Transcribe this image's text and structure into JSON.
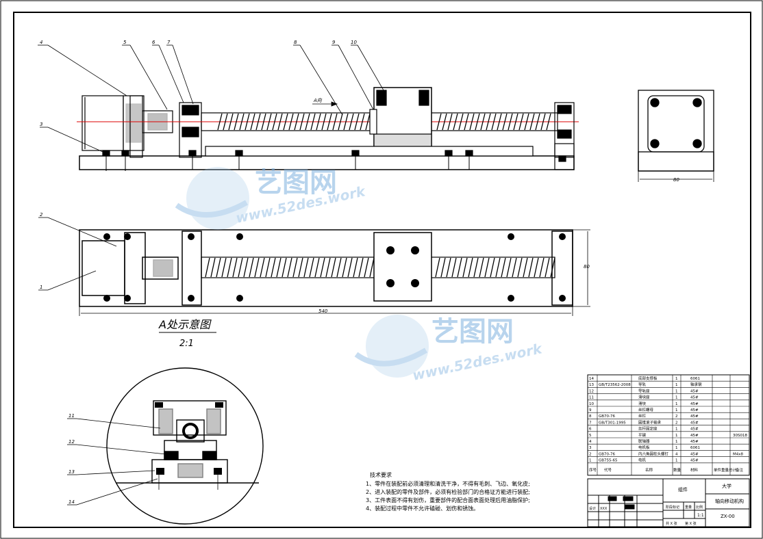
{
  "view_caption": {
    "title": "A处示意图",
    "scale": "2:1",
    "arrow_label": "A向"
  },
  "callouts": {
    "top_view": [
      "4",
      "5",
      "6",
      "7",
      "8",
      "9",
      "10",
      "3"
    ],
    "plan_view": [
      "2",
      "1"
    ],
    "detail_view": [
      "11",
      "12",
      "13",
      "14"
    ]
  },
  "dimensions": {
    "overall_length": "540",
    "plan_width": "80",
    "end_view_width": "80"
  },
  "watermark": {
    "brand": "艺图网",
    "url": "www.52des.work"
  },
  "tech_requirements": {
    "heading": "技术要求",
    "items": [
      "1、零件在装配前必须清理和清洗干净，不得有毛刺、飞边、氧化皮;",
      "2、进入装配的零件及部件，必须有检验部门的合格证方能进行装配;",
      "3、工件表面不得有划伤，重要部件的配合面表面处理后用油脂保护;",
      "4、装配过程中零件不允许磕碰、划伤和锈蚀。"
    ]
  },
  "bom": {
    "rows": [
      {
        "no": "14",
        "code": "",
        "name": "底部支撑板",
        "qty": "1",
        "material": "6061",
        "note": ""
      },
      {
        "no": "13",
        "code": "GB/T23562-2008",
        "name": "导轨",
        "qty": "1",
        "material": "轴承钢",
        "note": ""
      },
      {
        "no": "12",
        "code": "",
        "name": "导轨座",
        "qty": "1",
        "material": "45#",
        "note": ""
      },
      {
        "no": "11",
        "code": "",
        "name": "滑块座",
        "qty": "1",
        "material": "45#",
        "note": ""
      },
      {
        "no": "10",
        "code": "",
        "name": "滑块",
        "qty": "1",
        "material": "45#",
        "note": ""
      },
      {
        "no": "9",
        "code": "",
        "name": "丝杠螺母",
        "qty": "1",
        "material": "45#",
        "note": ""
      },
      {
        "no": "8",
        "code": "GB70-76",
        "name": "丝杠",
        "qty": "2",
        "material": "45#",
        "note": ""
      },
      {
        "no": "7",
        "code": "GB/T301-1995",
        "name": "圆锥滚子轴承",
        "qty": "2",
        "material": "45#",
        "note": ""
      },
      {
        "no": "6",
        "code": "",
        "name": "丝杆固定座",
        "qty": "1",
        "material": "45#",
        "note": ""
      },
      {
        "no": "5",
        "code": "",
        "name": "平键",
        "qty": "1",
        "material": "45#",
        "note": "30S018"
      },
      {
        "no": "4",
        "code": "",
        "name": "联轴器",
        "qty": "1",
        "material": "45#",
        "note": ""
      },
      {
        "no": "3",
        "code": "",
        "name": "电机板",
        "qty": "1",
        "material": "6061",
        "note": ""
      },
      {
        "no": "2",
        "code": "GB70-76",
        "name": "内六角圆柱头螺钉",
        "qty": "4",
        "material": "45#",
        "note": "M4x8"
      },
      {
        "no": "1",
        "code": "GB755-65",
        "name": "电机",
        "qty": "1",
        "material": "45#",
        "note": ""
      }
    ],
    "header": [
      "序号",
      "代号",
      "名称",
      "数量",
      "材料",
      "单件重量",
      "总计",
      "备注"
    ]
  },
  "title_block": {
    "part_group": "组件",
    "school": "大学",
    "drawing_name": "轴向移动机构",
    "drawing_no": "ZX-00",
    "scale": "1:1",
    "stage_mark": "阶段标记",
    "weight_label": "重量",
    "scale_label": "比例",
    "designer_label": "设计",
    "designer": "XXX",
    "sheet_total": "共 X 张",
    "sheet_no": "第 X 张"
  }
}
